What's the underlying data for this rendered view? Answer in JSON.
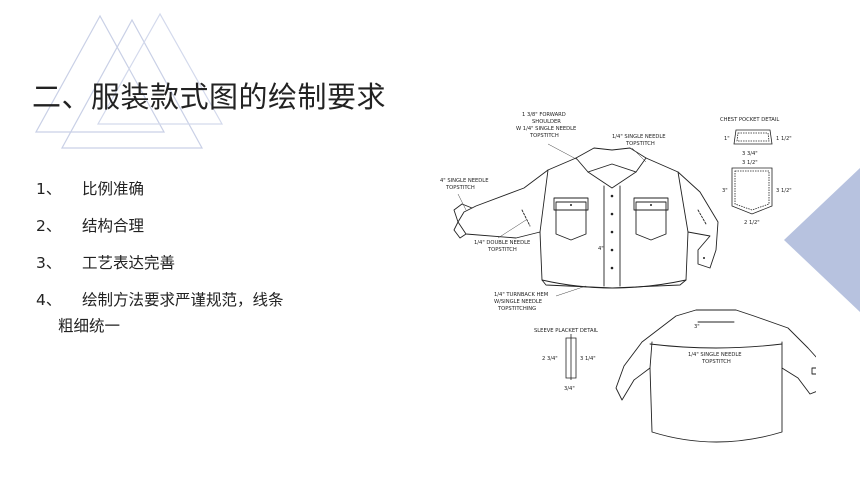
{
  "title": "二、服装款式图的绘制要求",
  "list": [
    {
      "num": "1、",
      "text": "比例准确"
    },
    {
      "num": "2、",
      "text": "结构合理"
    },
    {
      "num": "3、",
      "text": "工艺表达完善"
    },
    {
      "num": "4、",
      "text": "绘制方法要求严谨规范，线条",
      "cont": "粗细统一"
    }
  ],
  "drawing": {
    "forward_shoulder": [
      "1 3/8\" FORWARD",
      "SHOULDER",
      "W 1/4\" SINGLE NEEDLE",
      "TOPSTITCH"
    ],
    "single_needle_top": [
      "1/4\" SINGLE NEEDLE",
      "TOPSTITCH"
    ],
    "single_needle_left": [
      "4\" SINGLE NEEDLE",
      "TOPSTITCH"
    ],
    "double_needle": [
      "1/4\" DOUBLE NEEDLE",
      "TOPSTITCH"
    ],
    "turnback_hem": [
      "1/4\" TURNBACK HEM",
      "W/SINGLE NEEDLE",
      "TOPSTITCHING"
    ],
    "chest_pocket_detail": "CHEST POCKET DETAIL",
    "pocket_dims": [
      "1\"",
      "1 1/2\"",
      "3 3/4\"",
      "3 1/2\"",
      "3\"",
      "3 1/2\"",
      "2 1/2\""
    ],
    "sleeve_placket_detail": "SLEEVE PLACKET DETAIL",
    "placket_dims": [
      "2 3/4\"",
      "3 1/4\"",
      "3/4\""
    ],
    "back_yoke": "3\"",
    "back_topstitch": [
      "1/4\" SINGLE NEEDLE",
      "TOPSTITCH"
    ],
    "front_dim": "4\""
  },
  "colors": {
    "accent": "#b7c2df",
    "line": "#222222"
  }
}
